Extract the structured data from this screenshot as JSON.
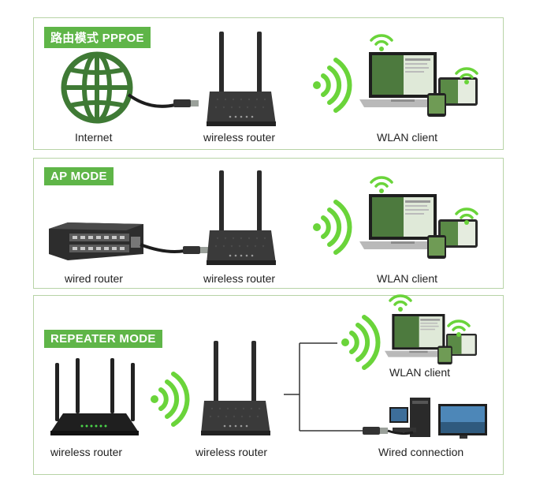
{
  "panels": [
    {
      "mode_title": "路由模式 PPPOE",
      "labels": [
        "Internet",
        "wireless router",
        "WLAN client"
      ]
    },
    {
      "mode_title": "AP MODE",
      "labels": [
        "wired router",
        "wireless router",
        "WLAN client"
      ]
    },
    {
      "mode_title": "REPEATER MODE",
      "labels": [
        "wireless router",
        "wireless router",
        "WLAN client",
        "Wired connection"
      ]
    }
  ],
  "colors": {
    "accent_green": "#5fb548",
    "globe_green": "#3f7a35",
    "wifi_green": "#6ad43a",
    "panel_border": "#b7d3a6",
    "device_dark": "#2a2a2a"
  },
  "icons": [
    "globe-icon",
    "ethernet-cable-icon",
    "wifi-signal-icon",
    "wireless-router-icon",
    "laptop-icon",
    "tablet-icon",
    "phone-icon",
    "wired-router-icon",
    "desktop-pc-icon",
    "monitor-icon"
  ]
}
